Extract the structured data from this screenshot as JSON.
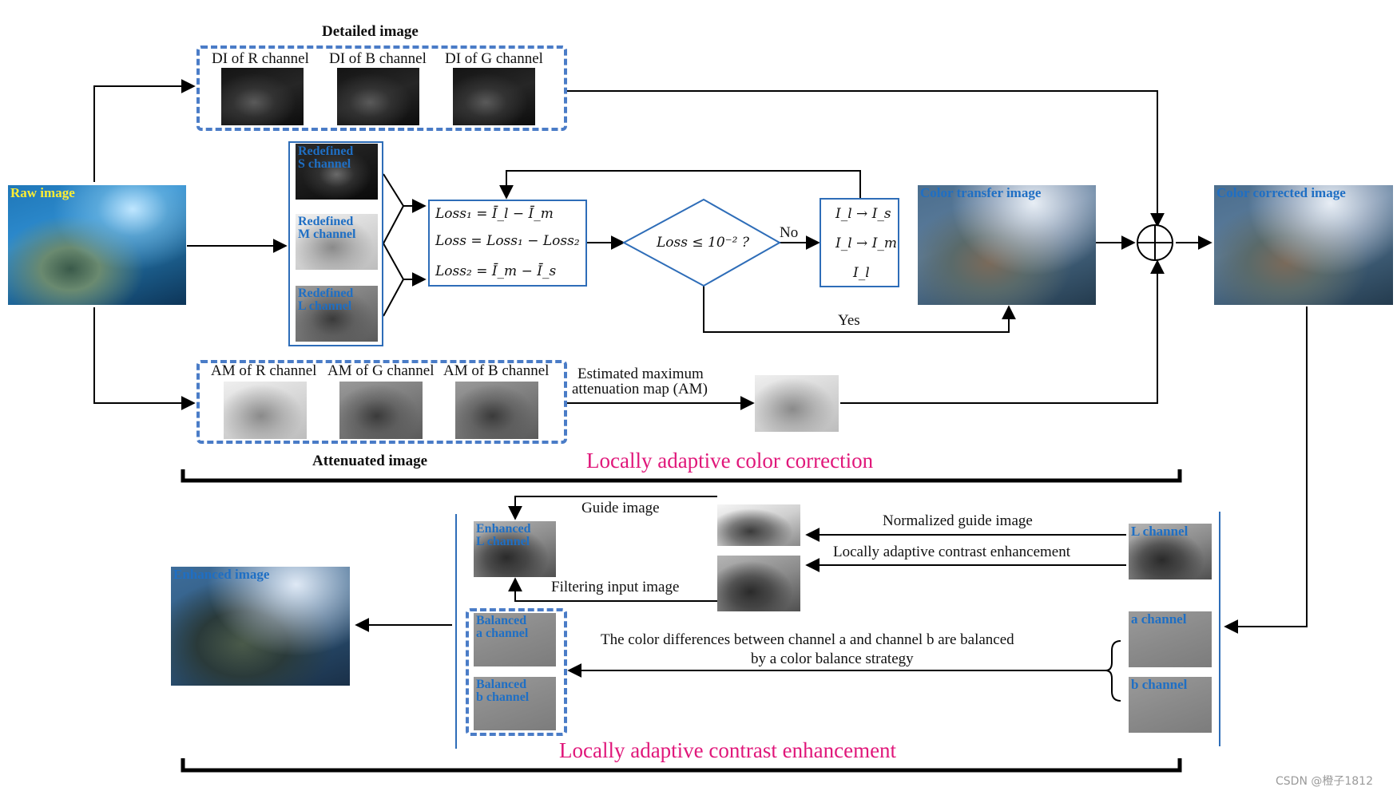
{
  "header": {
    "detailed_image": "Detailed image",
    "attenuated_image": "Attenuated image"
  },
  "detailed": [
    "DI of R channel",
    "DI of B channel",
    "DI of G channel"
  ],
  "attenuated": [
    "AM of R channel",
    "AM of G channel",
    "AM of B channel"
  ],
  "images": {
    "raw": "Raw image",
    "color_transfer": "Color transfer image",
    "color_corrected": "Color corrected image",
    "enhanced": "Enhanced image",
    "redefined_s": "Redefined\nS channel",
    "redefined_m": "Redefined\nM channel",
    "redefined_l": "Redefined\nL channel",
    "enhanced_l": "Enhanced\nL channel",
    "balanced_a": "Balanced\na channel",
    "balanced_b": "Balanced\nb channel",
    "l_channel": "L channel",
    "a_channel": "a channel",
    "b_channel": "b channel"
  },
  "equations": {
    "loss1": "Loss₁ = Ī_l − Ī_m",
    "loss": "Loss = Loss₁ − Loss₂",
    "loss2": "Loss₂ = Ī_m − Ī_s",
    "decision": "Loss ≤ 10⁻² ?",
    "update1": "I_l → I_s",
    "update2": "I_l → I_m",
    "update3": "I_l"
  },
  "edges": {
    "no": "No",
    "yes": "Yes",
    "estimated_am_line1": "Estimated maximum",
    "estimated_am_line2": "attenuation map (AM)",
    "guide_image": "Guide image",
    "filtering_input": "Filtering input image",
    "normalized_guide": "Normalized guide image",
    "local_contrast": "Locally adaptive contrast enhancement",
    "color_balance_line1": "The color differences between channel a and channel b are balanced",
    "color_balance_line2": "by a color balance strategy"
  },
  "sections": {
    "color_correction": "Locally adaptive color correction",
    "contrast_enhancement": "Locally adaptive contrast enhancement"
  },
  "watermark": "CSDN @橙子1812",
  "colors": {
    "dash_blue": "#4a7cc7",
    "box_blue": "#2e6db8",
    "section_pink": "#e0177a",
    "label_blue": "#1f6fc4",
    "label_yellow": "#ffee33"
  }
}
